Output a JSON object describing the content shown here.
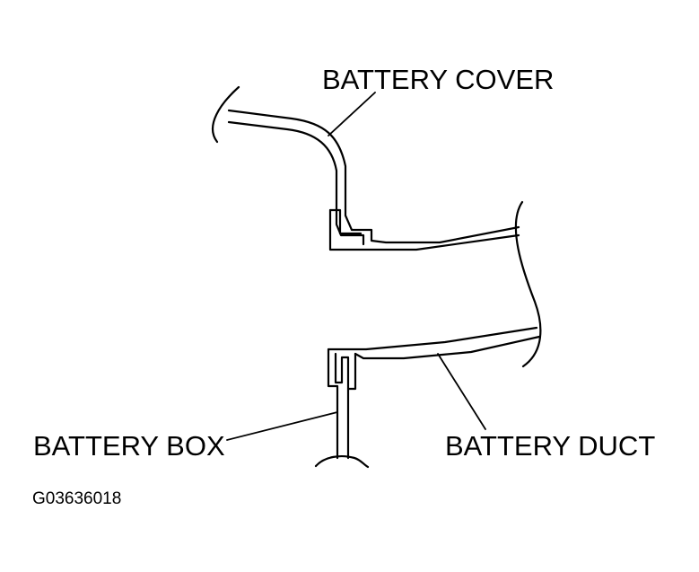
{
  "labels": {
    "battery_cover": "BATTERY COVER",
    "battery_box": "BATTERY BOX",
    "battery_duct": "BATTERY DUCT"
  },
  "figure_code": "G03636018",
  "colors": {
    "line": "#000000",
    "background": "#ffffff"
  }
}
